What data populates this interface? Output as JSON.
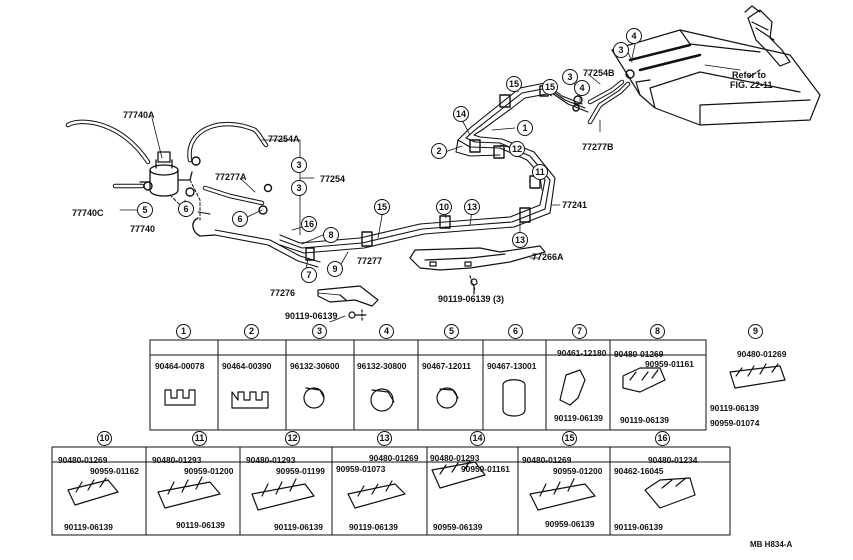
{
  "diagram_labels": {
    "l77740A": "77740A",
    "l77254A": "77254A",
    "l77254": "77254",
    "l77277A": "77277A",
    "l77740C": "77740C",
    "l77740": "77740",
    "l77277": "77277",
    "l77276": "77276",
    "l90119_a": "90119-06139",
    "l77266A": "77266A",
    "l90119_b": "90119-06139 (3)",
    "l77241": "77241",
    "l77254B": "77254B",
    "l77277B": "77277B",
    "ref_line1": "Refer to",
    "ref_line2": "FIG. 22-11",
    "code": "MB H834-A"
  },
  "callouts": {
    "c1": "1",
    "c2": "2",
    "c3a": "3",
    "c3b": "3",
    "c3c": "3",
    "c4a": "4",
    "c4b": "4",
    "c5": "5",
    "c6a": "6",
    "c6b": "6",
    "c7": "7",
    "c8": "8",
    "c9": "9",
    "c10": "10",
    "c11": "11",
    "c13a": "13",
    "c13b": "13",
    "c12": "12",
    "c14": "14",
    "c15a": "15",
    "c15b": "15",
    "c15c": "15",
    "c16": "16"
  },
  "legend_row1": [
    {
      "num": "1",
      "parts": [
        "90464-00078"
      ]
    },
    {
      "num": "2",
      "parts": [
        "90464-00390"
      ]
    },
    {
      "num": "3",
      "parts": [
        "96132-30600"
      ]
    },
    {
      "num": "4",
      "parts": [
        "96132-30800"
      ]
    },
    {
      "num": "5",
      "parts": [
        "90467-12011"
      ]
    },
    {
      "num": "6",
      "parts": [
        "90467-13001"
      ]
    },
    {
      "num": "7",
      "parts": [
        "90461-12180",
        "90119-06139"
      ]
    },
    {
      "num": "8",
      "parts": [
        "90480-01269",
        "90959-01161",
        "90119-06139"
      ]
    },
    {
      "num": "9",
      "parts": [
        "90480-01269",
        "90119-06139",
        "90959-01074"
      ]
    }
  ],
  "legend_row2": [
    {
      "num": "10",
      "parts": [
        "90480-01269",
        "90959-01162",
        "90119-06139"
      ]
    },
    {
      "num": "11",
      "parts": [
        "90480-01293",
        "90959-01200",
        "90119-06139"
      ]
    },
    {
      "num": "12",
      "parts": [
        "90480-01293",
        "90959-01199",
        "90119-06139"
      ]
    },
    {
      "num": "13",
      "parts": [
        "90959-01073",
        "90480-01269",
        "90119-06139"
      ]
    },
    {
      "num": "14",
      "parts": [
        "90480-01293",
        "90959-01161",
        "90959-06139"
      ]
    },
    {
      "num": "15",
      "parts": [
        "90480-01269",
        "90959-01200",
        "90959-06139"
      ]
    },
    {
      "num": "16",
      "parts": [
        "90480-01234",
        "90462-16045",
        "90119-06139"
      ]
    }
  ]
}
